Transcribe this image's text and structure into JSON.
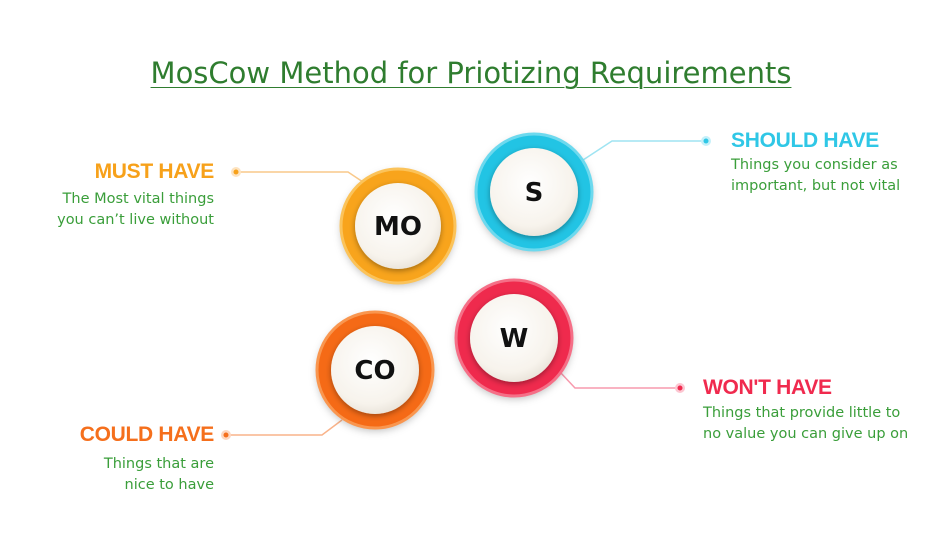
{
  "title": "MosCow Method for Priotizing Requirements",
  "items": {
    "must": {
      "code": "MO",
      "heading": "MUST HAVE",
      "desc1": "The Most vital things",
      "desc2": "you can’t live without",
      "color": "#f7a11a"
    },
    "should": {
      "code": "S",
      "heading": "SHOULD HAVE",
      "desc1": "Things you consider as",
      "desc2": "important, but not vital",
      "color": "#2fc7e6"
    },
    "wont": {
      "code": "W",
      "heading": "WON'T HAVE",
      "desc1": "Things that provide little to",
      "desc2": "no value you can give up on",
      "color": "#f02a4e"
    },
    "could": {
      "code": "CO",
      "heading": "COULD HAVE",
      "desc1": "Things that are",
      "desc2": "nice to have",
      "color": "#f56f1c"
    }
  },
  "desc_color": "#3a9e3a",
  "title_color": "#2f7d2f"
}
